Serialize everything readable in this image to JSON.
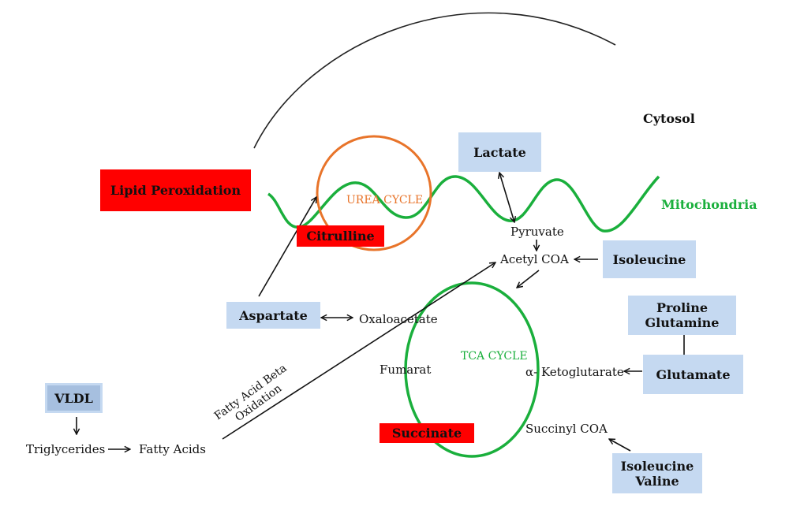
{
  "regions": {
    "cytosol": "Cytosol",
    "mitochondria": "Mitochondria"
  },
  "cycles": {
    "urea": "UREA CYCLE",
    "tca": "TCA CYCLE"
  },
  "boxes": {
    "lipid_peroxidation": "Lipid Peroxidation",
    "citrulline": "Citrulline",
    "lactate": "Lactate",
    "isoleucine": "Isoleucine",
    "aspartate": "Aspartate",
    "proline": "Proline",
    "glutamine": "Glutamine",
    "glutamate": "Glutamate",
    "vldl": "VLDL",
    "succinate": "Succinate",
    "isoleucine2": "Isoleucine",
    "valine": "Valine"
  },
  "labels": {
    "pyruvate": "Pyruvate",
    "acetyl_coa": "Acetyl COA",
    "oxaloacetate": "Oxaloacetate",
    "fumarat": "Fumarat",
    "ketoglutarate": "α- Ketoglutarate",
    "succinyl_coa": "Succinyl COA",
    "triglycerides": "Triglycerides",
    "fatty_acids": "Fatty Acids",
    "fatty_acid_beta": "Fatty Acid Beta",
    "oxidation": "Oxidation"
  },
  "colors": {
    "urea_cycle": "#e8742a",
    "tca_cycle": "#1aaf3c",
    "membrane": "#1aaf3c",
    "red_box": "#ff0000",
    "blue_box": "#c5d9f1",
    "vldl_box": "#a6bfdf"
  }
}
